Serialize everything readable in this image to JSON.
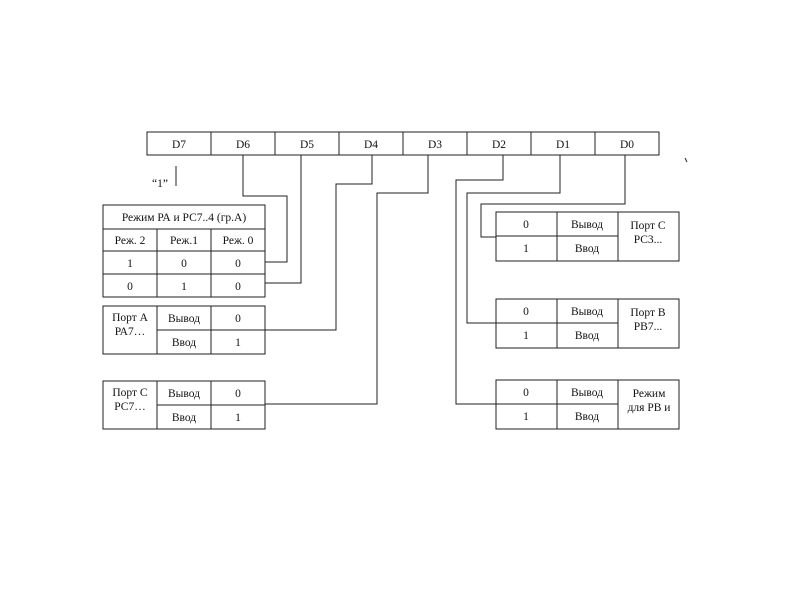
{
  "control_word": {
    "bits": [
      "D7",
      "D6",
      "D5",
      "D4",
      "D3",
      "D2",
      "D1",
      "D0"
    ],
    "d7_value": "“1”"
  },
  "group_a_mode": {
    "title": "Режим РА и РС7..4 (гр.А)",
    "headers": [
      "Реж. 2",
      "Реж.1",
      "Реж. 0"
    ],
    "rows": [
      [
        "1",
        "0",
        "0"
      ],
      [
        "0",
        "1",
        "0"
      ]
    ]
  },
  "port_a": {
    "label_line1": "Порт А",
    "label_line2": "РА7…",
    "out_label": "Вывод",
    "out_value": "0",
    "in_label": "Ввод",
    "in_value": "1"
  },
  "port_c_upper": {
    "label_line1": "Порт С",
    "label_line2": "РС7…",
    "out_label": "Вывод",
    "out_value": "0",
    "in_label": "Ввод",
    "in_value": "1"
  },
  "port_c_lower": {
    "label_line1": "Порт С",
    "label_line2": "РС3...",
    "out_value": "0",
    "out_label": "Вывод",
    "in_value": "1",
    "in_label": "Ввод"
  },
  "port_b": {
    "label_line1": "Порт В",
    "label_line2": "РВ7...",
    "out_value": "0",
    "out_label": "Вывод",
    "in_value": "1",
    "in_label": "Ввод"
  },
  "mode_b": {
    "label_line1": "Режим",
    "label_line2": "для РВ и",
    "out_value": "0",
    "out_label": "Вывод",
    "in_value": "1",
    "in_label": "Ввод"
  }
}
